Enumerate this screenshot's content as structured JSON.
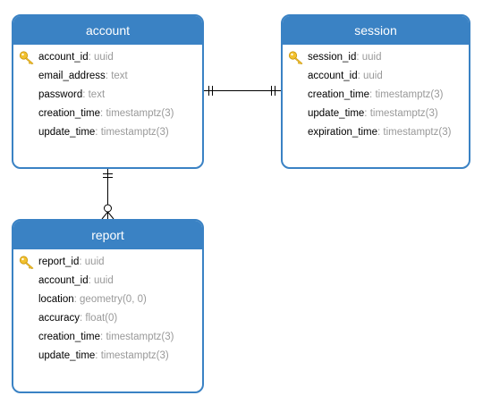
{
  "accent_color": "#3a82c4",
  "entities": [
    {
      "id": "account",
      "title": "account",
      "fields": [
        {
          "name": "account_id",
          "type": "uuid",
          "primary_key": true
        },
        {
          "name": "email_address",
          "type": "text",
          "primary_key": false
        },
        {
          "name": "password",
          "type": "text",
          "primary_key": false
        },
        {
          "name": "creation_time",
          "type": "timestamptz(3)",
          "primary_key": false
        },
        {
          "name": "update_time",
          "type": "timestamptz(3)",
          "primary_key": false
        }
      ]
    },
    {
      "id": "session",
      "title": "session",
      "fields": [
        {
          "name": "session_id",
          "type": "uuid",
          "primary_key": true
        },
        {
          "name": "account_id",
          "type": "uuid",
          "primary_key": false
        },
        {
          "name": "creation_time",
          "type": "timestamptz(3)",
          "primary_key": false
        },
        {
          "name": "update_time",
          "type": "timestamptz(3)",
          "primary_key": false
        },
        {
          "name": "expiration_time",
          "type": "timestamptz(3)",
          "primary_key": false
        }
      ]
    },
    {
      "id": "report",
      "title": "report",
      "fields": [
        {
          "name": "report_id",
          "type": "uuid",
          "primary_key": true
        },
        {
          "name": "account_id",
          "type": "uuid",
          "primary_key": false
        },
        {
          "name": "location",
          "type": "geometry(0, 0)",
          "primary_key": false
        },
        {
          "name": "accuracy",
          "type": "float(0)",
          "primary_key": false
        },
        {
          "name": "creation_time",
          "type": "timestamptz(3)",
          "primary_key": false
        },
        {
          "name": "update_time",
          "type": "timestamptz(3)",
          "primary_key": false
        }
      ]
    }
  ],
  "relationships": [
    {
      "from": "account",
      "to": "session",
      "from_cardinality": "one-and-only-one",
      "to_cardinality": "one-and-only-one"
    },
    {
      "from": "account",
      "to": "report",
      "from_cardinality": "one-and-only-one",
      "to_cardinality": "zero-or-many"
    }
  ]
}
